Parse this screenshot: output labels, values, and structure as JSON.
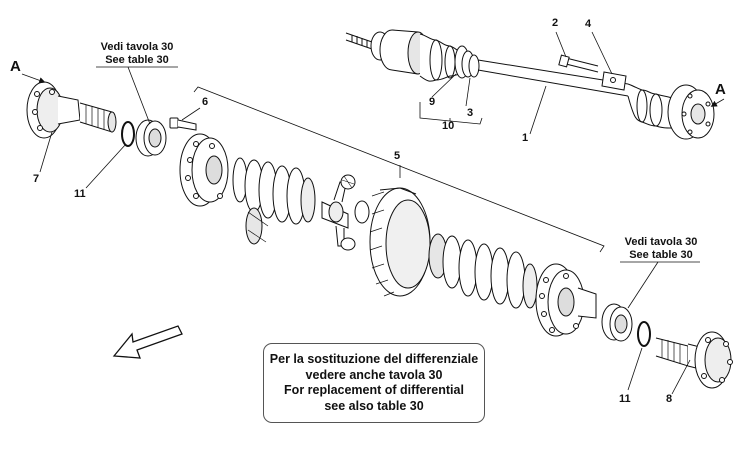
{
  "labels": {
    "a_left": "A",
    "a_right": "A",
    "n1": "1",
    "n2": "2",
    "n3": "3",
    "n4": "4",
    "n5": "5",
    "n6": "6",
    "n7": "7",
    "n8": "8",
    "n9": "9",
    "n10": "10",
    "n11_left": "11",
    "n11_right": "11"
  },
  "references": {
    "left": {
      "line1": "Vedi tavola 30",
      "line2": "See table 30"
    },
    "right": {
      "line1": "Vedi tavola 30",
      "line2": "See table 30"
    }
  },
  "note": {
    "line1": "Per la sostituzione del differenziale",
    "line2": "vedere anche tavola 30",
    "line3": "For replacement of differential",
    "line4": "see  also table 30"
  },
  "colors": {
    "ink": "#111111",
    "part_fill": "#ffffff",
    "shade": "#cfcfcf"
  }
}
